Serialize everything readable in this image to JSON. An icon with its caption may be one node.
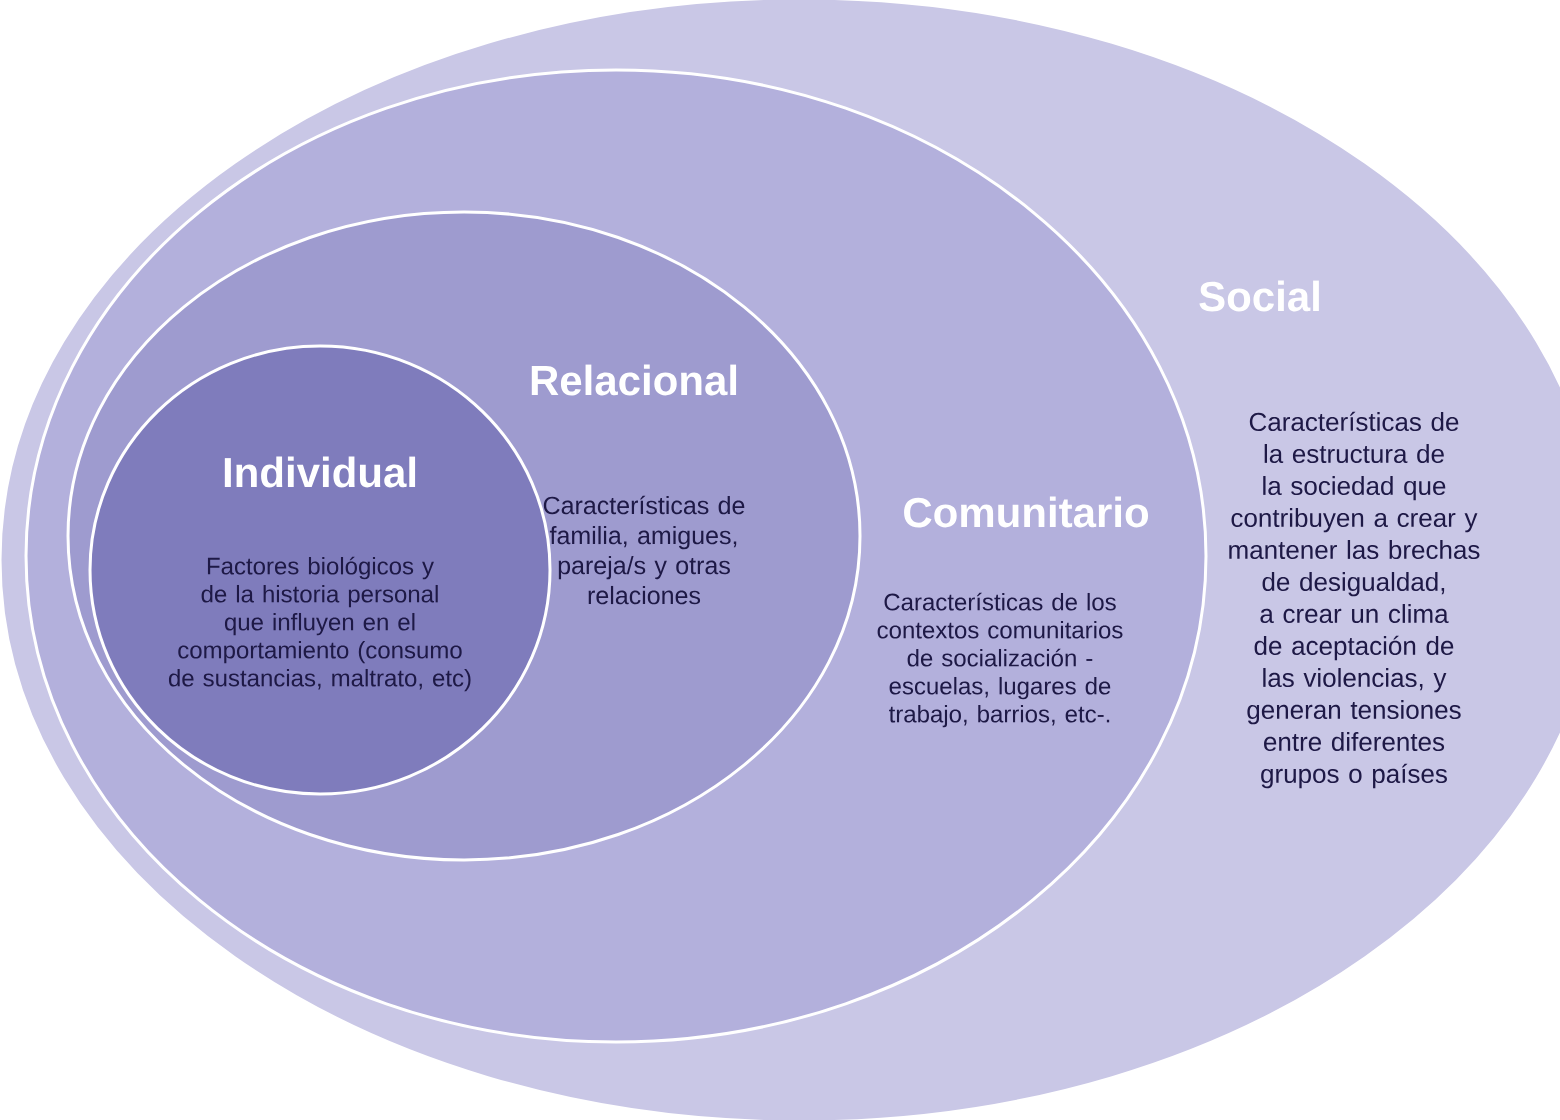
{
  "diagram": {
    "nodes": [
      {
        "text": [
          "Social",
          "Características de la estructura de la sociedad que contribuyen a crear y mantener las brechas de desigualdad, a crear un clima de aceptación de las violencias, y generan tensiones entre diferentes grupos o países"
        ]
      },
      {
        "text": [
          "Comunitario",
          "Características de los contextos comunitarios de socialización -escuelas, lugares de trabajo, barrios, etc-."
        ],
        "in": 0
      },
      {
        "text": [
          "Relacional",
          "Características de familia, amigues, pareja/s y otras relaciones"
        ],
        "in": 1
      },
      {
        "text": [
          "Individual",
          "Factores biológicos y de la historia personal que influyen en el comportamiento (consumo de sustancias, maltrato, etc)"
        ],
        "in": 2
      }
    ]
  }
}
